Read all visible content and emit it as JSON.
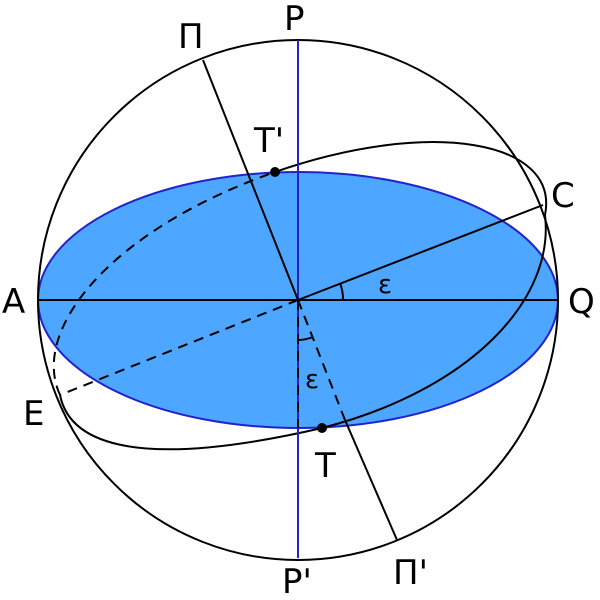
{
  "colors": {
    "equator_fill": "#4da6ff",
    "equator_stroke": "#2222cc",
    "axis": "#2222cc",
    "lines": "#000000",
    "background": "#ffffff"
  },
  "labels": {
    "P": "P",
    "P_prime": "P'",
    "Pi": "Π",
    "Pi_prime": "Π'",
    "T": "T",
    "T_prime": "T'",
    "C": "C",
    "E": "E",
    "A": "A",
    "Q": "Q",
    "epsilon_equator": "ε",
    "epsilon_axis": "ε"
  }
}
